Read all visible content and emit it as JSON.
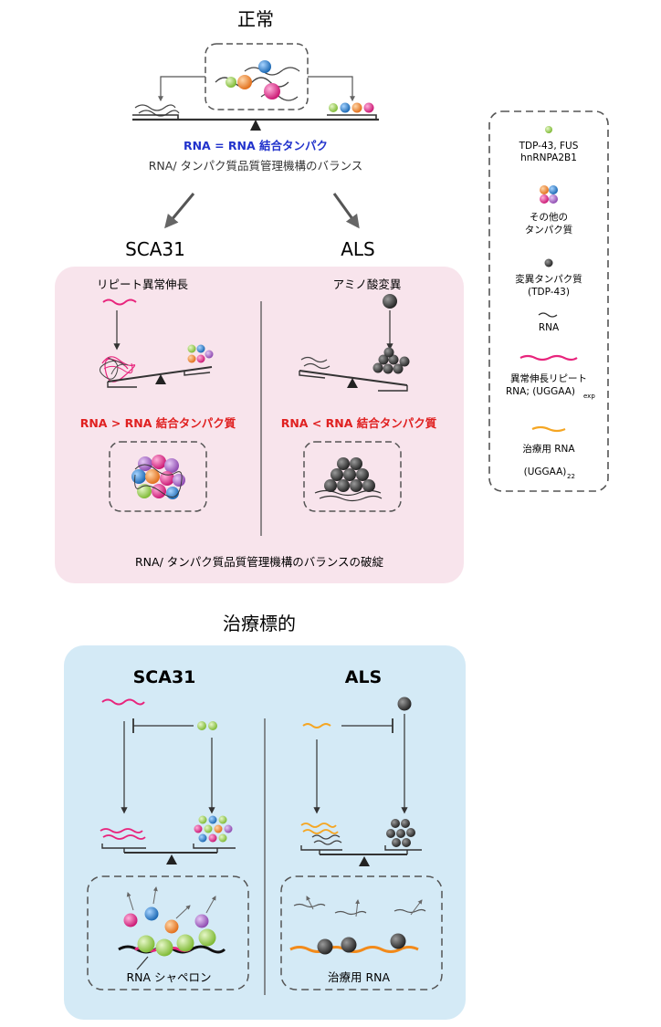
{
  "normal": {
    "title": "正常",
    "caption_eq": "RNA = RNA 結合タンパク",
    "caption_balance": "RNA/ タンパク質品質管理機構のバランス"
  },
  "pathology": {
    "sca31_title": "SCA31",
    "als_title": "ALS",
    "sca31_label": "リピート異常伸長",
    "als_label": "アミノ酸変異",
    "sca31_ratio": "RNA > RNA 結合タンパク質",
    "als_ratio": "RNA < RNA 結合タンパク質",
    "broken_caption": "RNA/ タンパク質品質管理機構のバランスの破綻"
  },
  "treatment": {
    "heading": "治療標的",
    "sca31_title": "SCA31",
    "als_title": "ALS",
    "chaperone_label": "RNA シャペロン",
    "therapeutic_label": "治療用 RNA"
  },
  "legend": {
    "tdp": "TDP-43, FUS",
    "tdp2": "hnRNPA2B1",
    "other1": "その他の",
    "other2": "タンパク質",
    "mutant1": "変異タンパク質",
    "mutant2": "(TDP-43)",
    "rna": "RNA",
    "repeat1": "異常伸長リピート",
    "repeat2": "RNA; (UGGAA)",
    "repeat2_sub": "exp",
    "therapeutic1": "治療用 RNA",
    "therapeutic2": "(UGGAA)",
    "therapeutic2_sub": "22"
  },
  "colors": {
    "red_text": "#e02020",
    "blue_text": "#2233cc",
    "pink_panel": "#f8e4ec",
    "blue_panel": "#d4eaf6",
    "repeat_rna": "#e8247c",
    "therapeutic_rna": "#f5a623",
    "green_protein": "#8cc63f",
    "blue_protein": "#1f78c8",
    "orange_protein": "#f07c22",
    "magenta_protein": "#e0208c",
    "purple_protein": "#a05ac0",
    "mutant": "#333333"
  }
}
